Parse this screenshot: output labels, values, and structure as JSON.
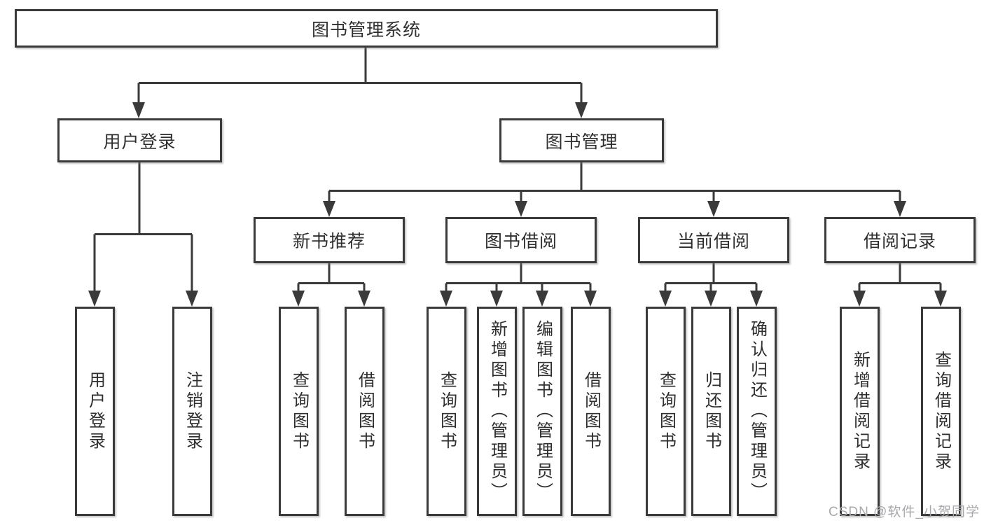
{
  "tree": {
    "label": "图书管理系统",
    "children": [
      {
        "label": "用户登录",
        "children": [
          {
            "label": "用户登录"
          },
          {
            "label": "注销登录"
          }
        ]
      },
      {
        "label": "图书管理",
        "children": [
          {
            "label": "新书推荐",
            "children": [
              {
                "label": "查询图书"
              },
              {
                "label": "借阅图书"
              }
            ]
          },
          {
            "label": "图书借阅",
            "children": [
              {
                "label": "查询图书"
              },
              {
                "label": "新增图书（管理员）"
              },
              {
                "label": "编辑图书（管理员）"
              },
              {
                "label": "借阅图书"
              }
            ]
          },
          {
            "label": "当前借阅",
            "children": [
              {
                "label": "查询图书"
              },
              {
                "label": "归还图书"
              },
              {
                "label": "确认归还（管理员）"
              }
            ]
          },
          {
            "label": "借阅记录",
            "children": [
              {
                "label": "新增借阅记录"
              },
              {
                "label": "查询借阅记录"
              }
            ]
          }
        ]
      }
    ]
  },
  "watermark": "CSDN @软件_小贺同学",
  "colors": {
    "line": "#3a3a3a",
    "text": "#2e2e2e",
    "background": "#ffffff",
    "watermark": "#a9a9ad"
  }
}
